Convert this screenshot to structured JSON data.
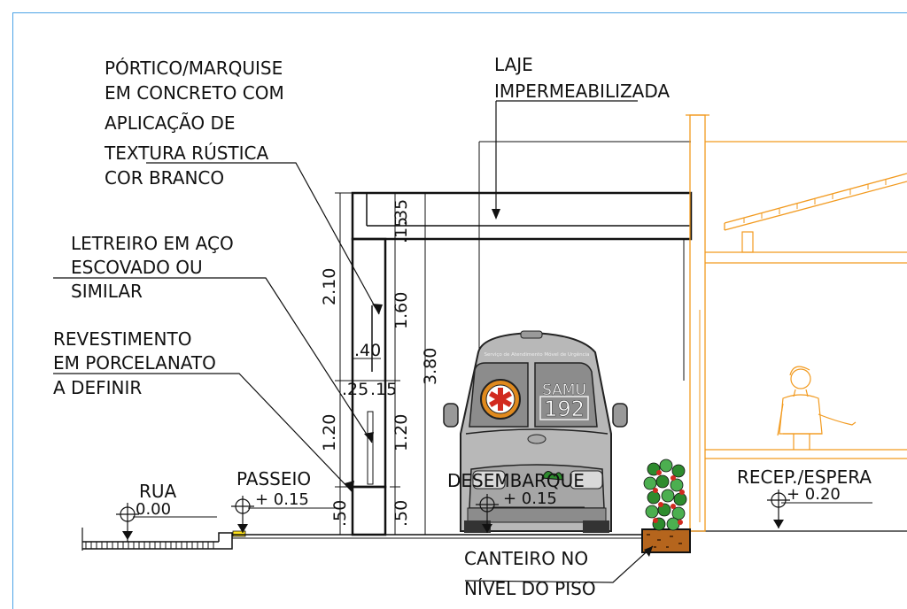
{
  "labels": {
    "portico": [
      "PÓRTICO/MARQUISE",
      "EM CONCRETO COM",
      "APLICAÇÃO DE",
      "TEXTURA RÚSTICA",
      "COR BRANCO"
    ],
    "laje": [
      "LAJE",
      "IMPERMEABILIZADA"
    ],
    "letreiro": [
      "LETREIRO EM AÇO",
      "ESCOVADO OU",
      "SIMILAR"
    ],
    "revestimento": [
      "REVESTIMENTO",
      "EM PORCELANATO",
      "A DEFINIR"
    ],
    "canteiro": [
      "CANTEIRO NO",
      "NÍVEL DO PISO"
    ]
  },
  "levels": {
    "rua": {
      "name": "RUA",
      "value": "0.00"
    },
    "passeio": {
      "name": "PASSEIO",
      "value": "+ 0.15"
    },
    "desembarque": {
      "name": "DESEMBARQUE",
      "value": "+ 0.15"
    },
    "recepcao": {
      "name": "RECEP./ESPERA",
      "value": "+ 0.20"
    }
  },
  "dimensions": {
    "left_top": "2.10",
    "left_bottom": "1.20",
    "left_base": ".50",
    "beam": ".35",
    "beam2": ".15",
    "letreiro": ".40",
    "sub1": ".25",
    "sub2": ".15",
    "inner_top": "1.60",
    "inner_bottom": "1.20",
    "inner_base": ".50",
    "total": "3.80"
  },
  "ambulance": {
    "header": "Serviço de Atendimento Móvel de Urgência",
    "samu": "SAMU",
    "number": "192"
  },
  "colors": {
    "frame": "#4da3e6",
    "building": "#f29a1f",
    "ambulance_body": "#8c8c8c",
    "samu_red": "#d12a1f",
    "plant_green": "#2e8b2e",
    "soil": "#b5651d"
  }
}
